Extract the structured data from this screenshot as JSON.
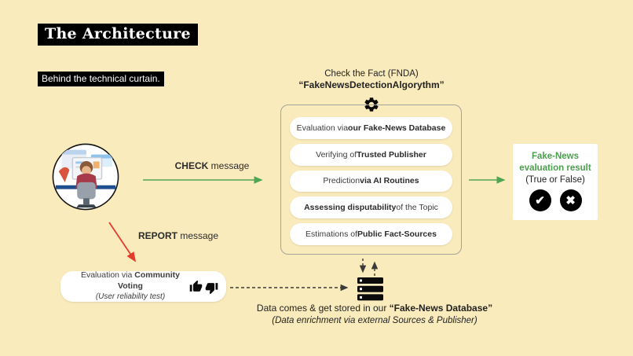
{
  "header": {
    "title": "The Architecture",
    "subtitle": "Behind the technical curtain."
  },
  "fnda": {
    "caption_line1": "Check the Fact (FNDA)",
    "caption_line2": "“FakeNewsDetectionAlgorythm”",
    "gear_icon": "gear-icon",
    "steps": [
      {
        "prefix": "Evaluation via ",
        "bold": "our Fake-News Database",
        "suffix": ""
      },
      {
        "prefix": "Verifying of ",
        "bold": "Trusted Publisher",
        "suffix": ""
      },
      {
        "prefix": "Prediction ",
        "bold": "via AI Routines",
        "suffix": ""
      },
      {
        "prefix": "",
        "bold": "Assessing disputability",
        "suffix": " of the Topic"
      },
      {
        "prefix": "Estimations of ",
        "bold": "Public Fact-Sources",
        "suffix": ""
      }
    ]
  },
  "flows": {
    "check": {
      "bold": "CHECK",
      "rest": " message"
    },
    "report": {
      "bold": "REPORT",
      "rest": " message"
    }
  },
  "result": {
    "title_line1": "Fake-News",
    "title_line2": "evaluation result",
    "subtitle": "(True or False)",
    "true_icon": "✔",
    "false_icon": "✖"
  },
  "community": {
    "prefix": "Evaluation via ",
    "bold": "Community Voting",
    "subtitle": "(User reliability test)"
  },
  "database": {
    "caption_prefix": "Data comes & get stored in our ",
    "caption_bold": "“Fake-News Database”",
    "caption_sub": "(Data enrichment via external Sources & Publisher)"
  },
  "colors": {
    "background": "#faebbc",
    "accent_green": "#4fa551",
    "accent_red": "#e43c2c",
    "black": "#000000",
    "card_white": "#ffffff"
  }
}
